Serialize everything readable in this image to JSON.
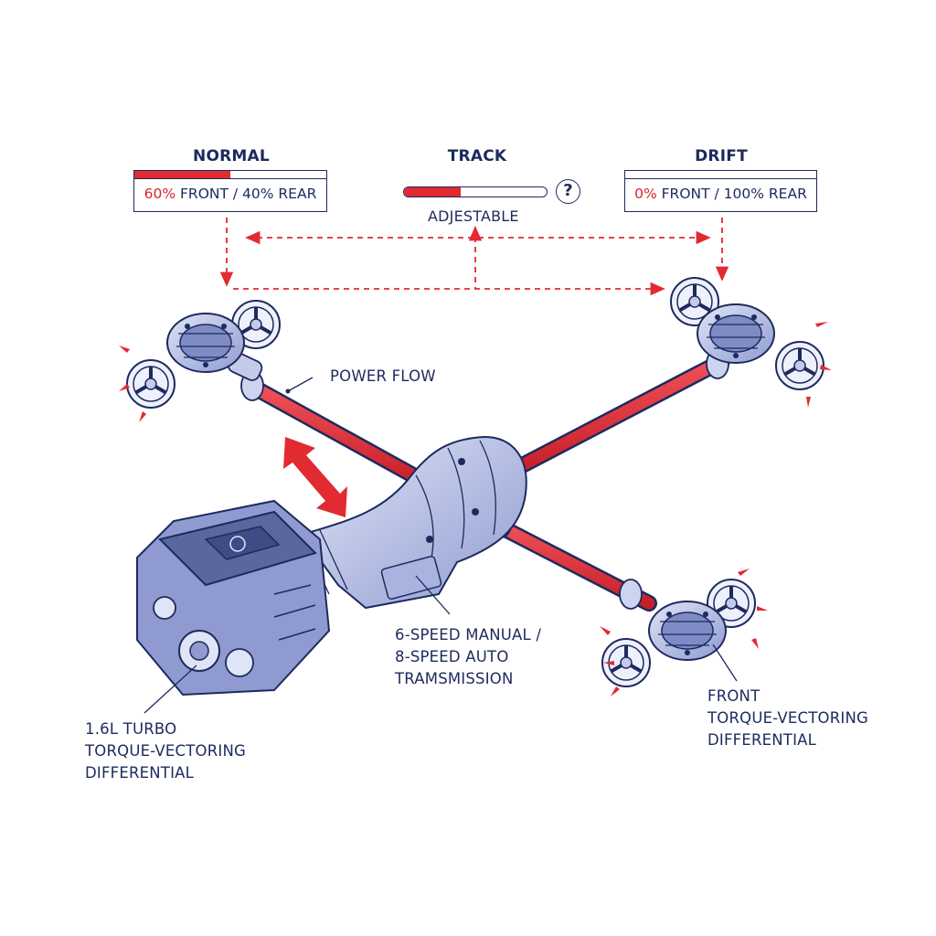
{
  "colors": {
    "accent": "#e12a32",
    "ink": "#1d2a5e",
    "metal": "#b9c3e8"
  },
  "modes": [
    {
      "title": "NORMAL",
      "front_pct": "60%",
      "rest": " FRONT / 40% REAR",
      "fill": 0.5
    },
    {
      "title": "TRACK",
      "subtitle": "ADJESTABLE",
      "help_icon": "question-mark-icon",
      "fill": 0.4
    },
    {
      "title": "DRIFT",
      "front_pct": "0%",
      "rest": " FRONT / 100% REAR",
      "fill": 0.0
    }
  ],
  "labels": {
    "power_flow": "POWER FLOW",
    "transmission": [
      "6-SPEED MANUAL /",
      "8-SPEED AUTO",
      "TRAMSMISSION"
    ],
    "engine": [
      "1.6L TURBO",
      "TORQUE-VECTORING",
      "DIFFERENTIAL"
    ],
    "front_diff": [
      "FRONT",
      "TORQUE-VECTORING",
      "DIFFERENTIAL"
    ]
  }
}
